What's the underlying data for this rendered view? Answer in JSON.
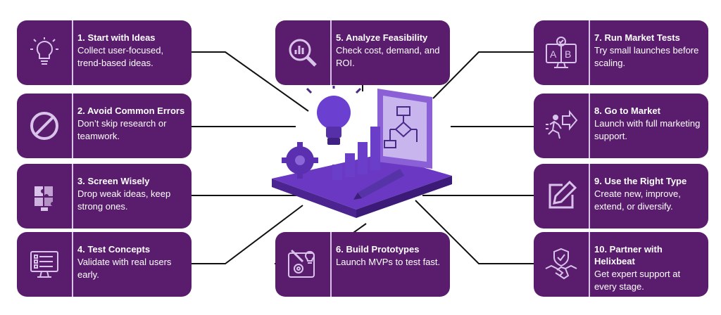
{
  "steps": [
    {
      "title": "1. Start with Ideas",
      "desc": "Collect user-focused, trend-based ideas.",
      "icon": "lightbulb-icon"
    },
    {
      "title": "2. Avoid Common Errors",
      "desc": "Don’t skip research or teamwork.",
      "icon": "prohibited-icon"
    },
    {
      "title": "3. Screen Wisely",
      "desc": "Drop weak ideas, keep strong ones.",
      "icon": "puzzle-bulb-icon"
    },
    {
      "title": "4. Test Concepts",
      "desc": "Validate with real users early.",
      "icon": "checklist-monitor-icon"
    },
    {
      "title": "5. Analyze Feasibility",
      "desc": "Check cost, demand, and ROI.",
      "icon": "magnifier-chart-icon"
    },
    {
      "title": "6. Build Prototypes",
      "desc": "Launch MVPs to test fast.",
      "icon": "blueprint-icon"
    },
    {
      "title": "7. Run Market Tests",
      "desc": "Try small launches before scaling.",
      "icon": "ab-test-monitor-icon"
    },
    {
      "title": "8. Go to Market",
      "desc": "Launch with full marketing support.",
      "icon": "runner-exit-icon"
    },
    {
      "title": "9. Use the Right Type",
      "desc": "Create new, improve, extend, or diversify.",
      "icon": "edit-square-icon"
    },
    {
      "title": "10. Partner with Helixbeat",
      "desc": "Get expert support at every stage.",
      "icon": "handshake-shield-icon"
    }
  ],
  "colors": {
    "card": "#5a1d6e",
    "accent": "#7e57c2",
    "line": "#111111",
    "icon": "#d9c3ea"
  }
}
